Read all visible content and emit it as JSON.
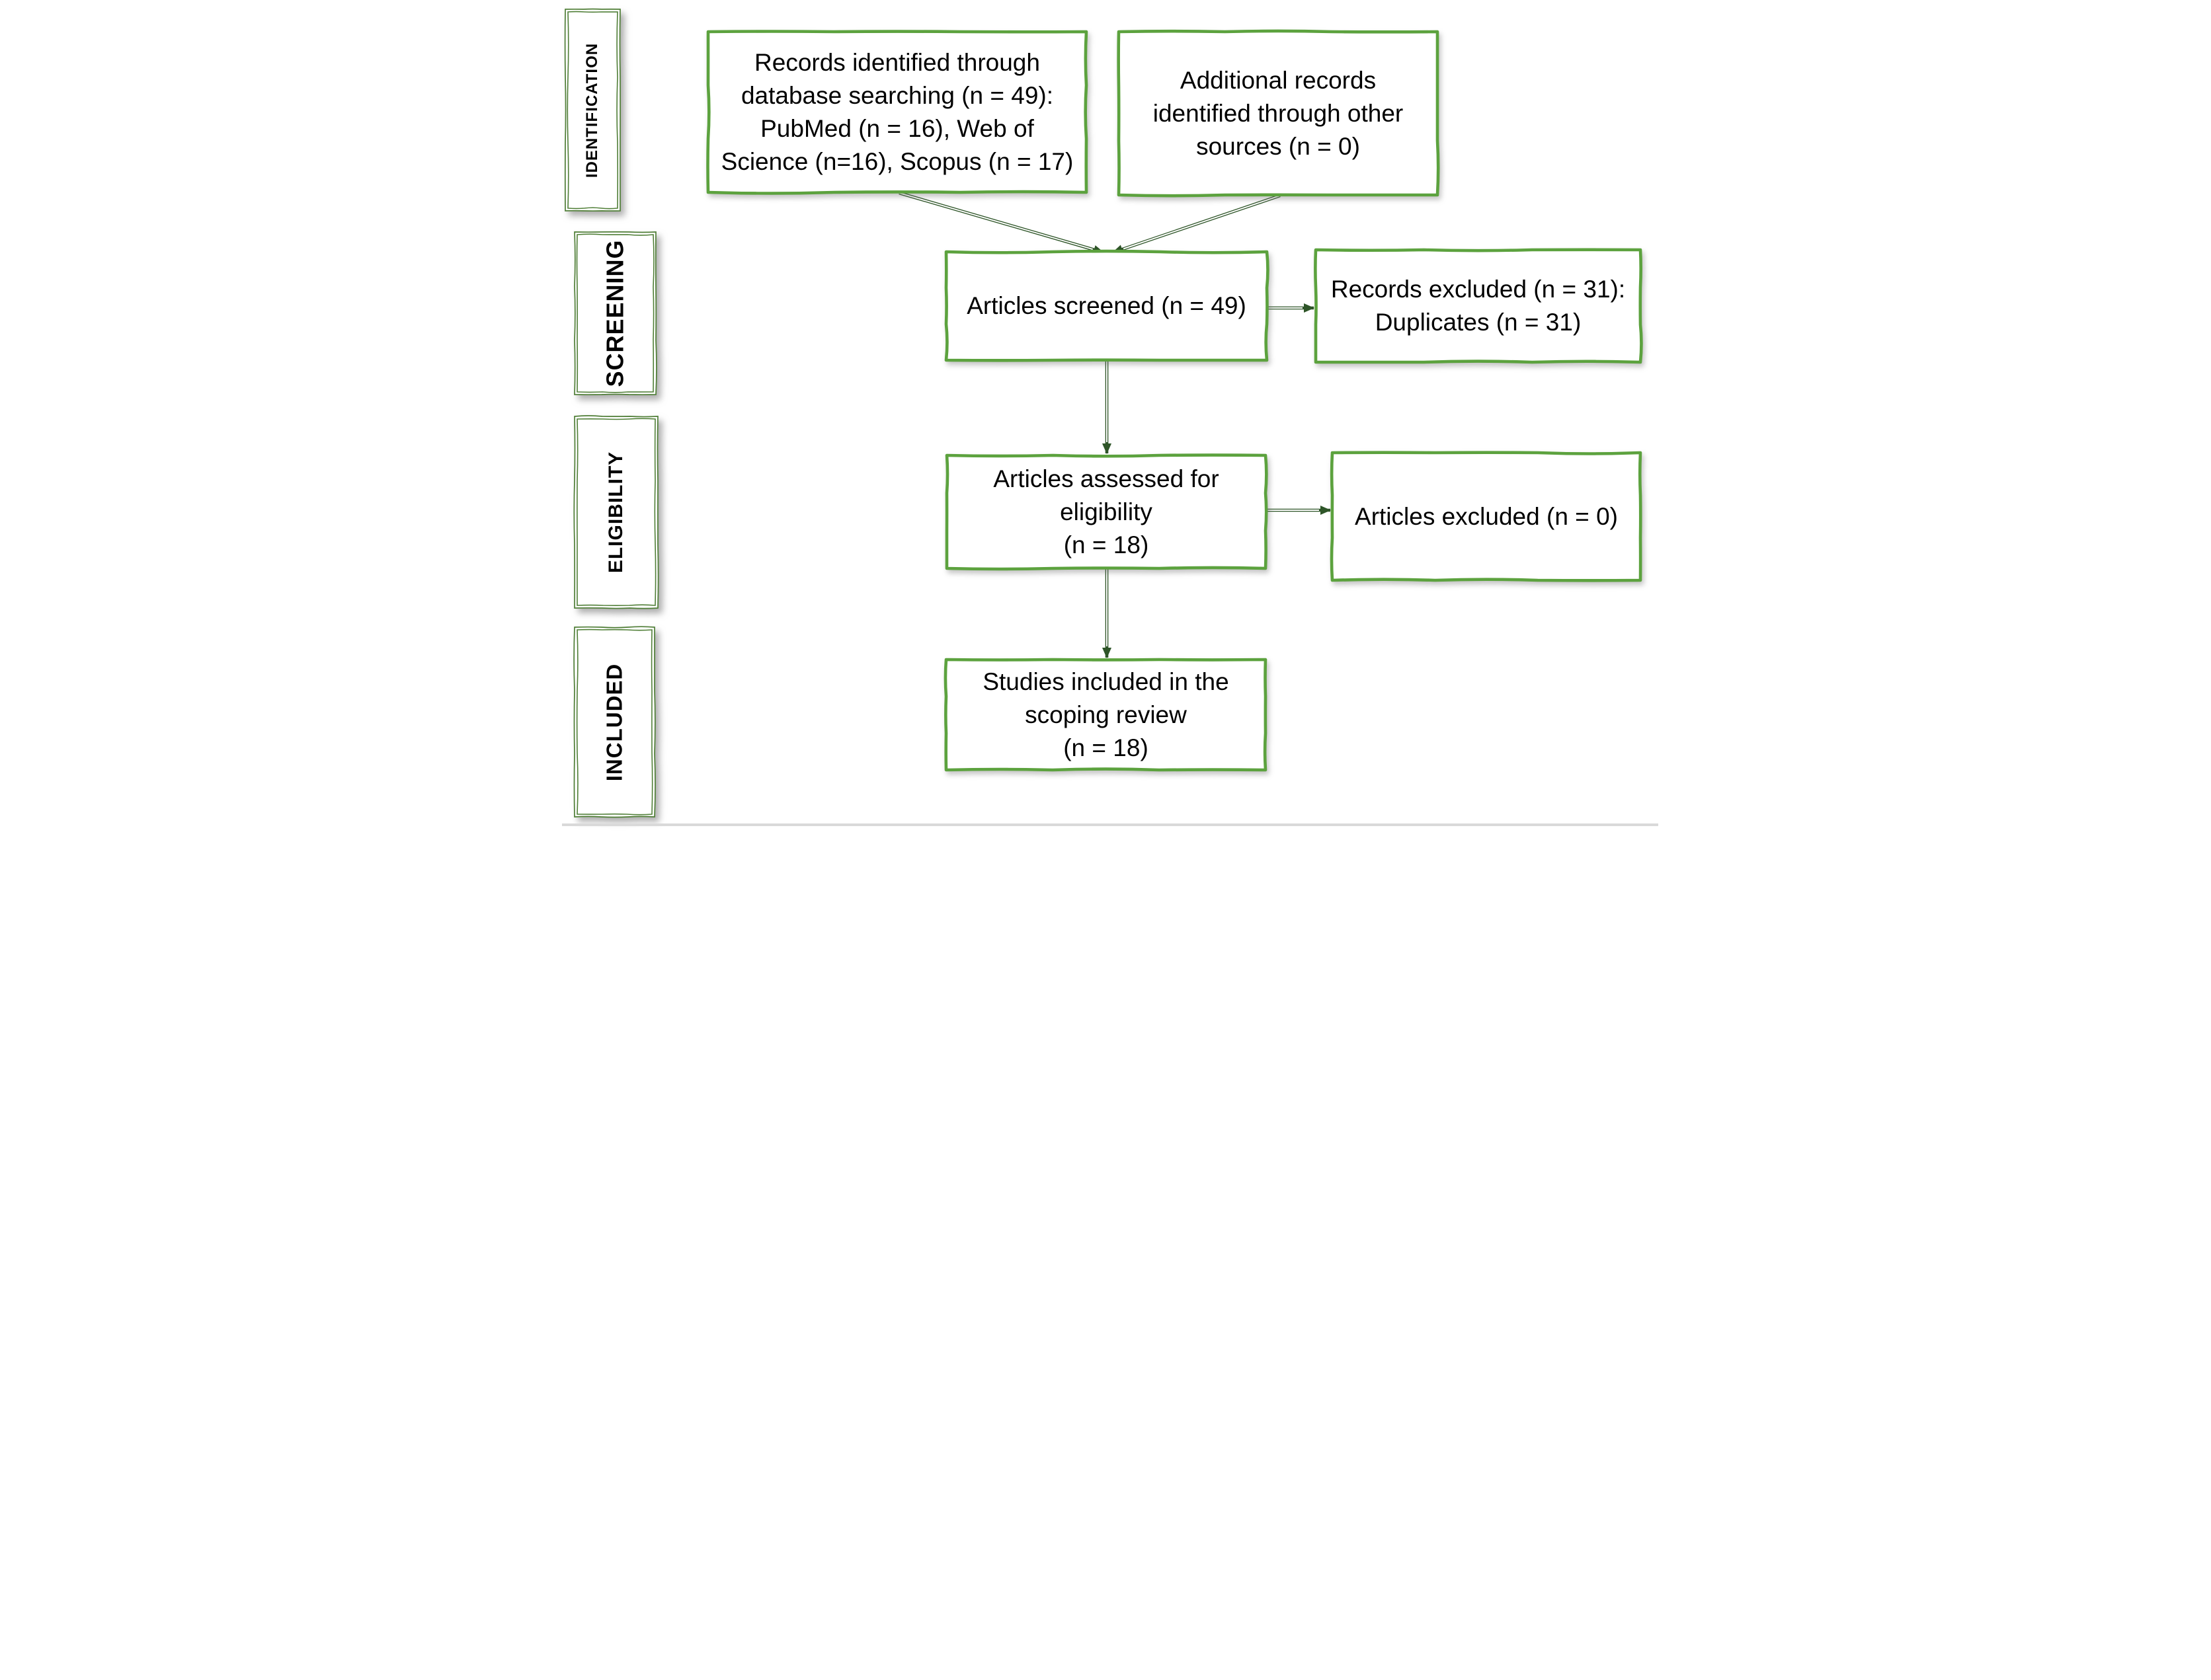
{
  "diagram": {
    "stages": [
      {
        "label": "IDENTIFICATION"
      },
      {
        "label": "SCREENING"
      },
      {
        "label": "ELIGIBILITY"
      },
      {
        "label": "INCLUDED"
      }
    ],
    "nodes": {
      "records_identified": {
        "text": "Records identified through\ndatabase searching (n = 49):\nPubMed (n = 16), Web of\nScience (n=16), Scopus (n = 17)"
      },
      "additional_records": {
        "text": "Additional records\nidentified through other\nsources (n = 0)"
      },
      "articles_screened": {
        "text": "Articles screened (n = 49)"
      },
      "records_excluded": {
        "text": "Records excluded (n = 31):\nDuplicates (n = 31)"
      },
      "articles_assessed": {
        "text": "Articles assessed for\neligibility\n(n = 18)"
      },
      "articles_excluded": {
        "text": "Articles excluded (n = 0)"
      },
      "studies_included": {
        "text": "Studies included in the\nscoping review\n(n = 18)"
      }
    },
    "colors": {
      "box_border": "#5CA23E",
      "stage_border": "#4F7E36",
      "arrow": "#2E5528",
      "text": "#000000",
      "divider": "#D9D9D9"
    }
  }
}
